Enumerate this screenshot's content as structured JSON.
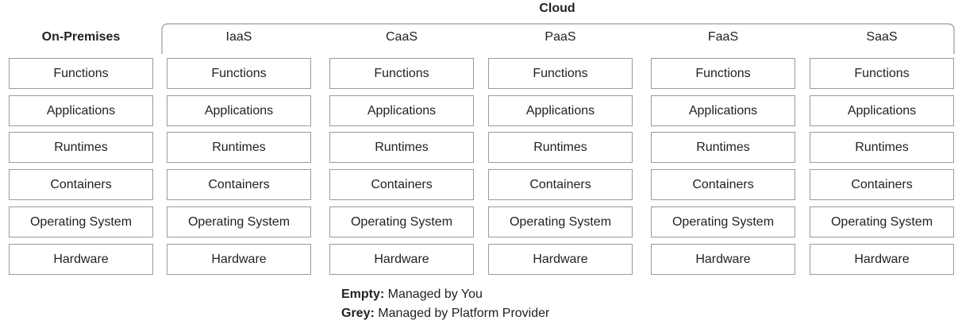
{
  "cloud_label": "Cloud",
  "columns": [
    {
      "name": "On-Premises",
      "bold": true,
      "layers": [
        "Functions",
        "Applications",
        "Runtimes",
        "Containers",
        "Operating System",
        "Hardware"
      ],
      "managed_by_provider": [
        false,
        false,
        false,
        false,
        false,
        false
      ]
    },
    {
      "name": "IaaS",
      "bold": false,
      "layers": [
        "Functions",
        "Applications",
        "Runtimes",
        "Containers",
        "Operating System",
        "Hardware"
      ],
      "managed_by_provider": [
        false,
        false,
        false,
        false,
        false,
        false
      ]
    },
    {
      "name": "CaaS",
      "bold": false,
      "layers": [
        "Functions",
        "Applications",
        "Runtimes",
        "Containers",
        "Operating System",
        "Hardware"
      ],
      "managed_by_provider": [
        false,
        false,
        false,
        false,
        false,
        false
      ]
    },
    {
      "name": "PaaS",
      "bold": false,
      "layers": [
        "Functions",
        "Applications",
        "Runtimes",
        "Containers",
        "Operating System",
        "Hardware"
      ],
      "managed_by_provider": [
        false,
        false,
        false,
        false,
        false,
        false
      ]
    },
    {
      "name": "FaaS",
      "bold": false,
      "layers": [
        "Functions",
        "Applications",
        "Runtimes",
        "Containers",
        "Operating System",
        "Hardware"
      ],
      "managed_by_provider": [
        false,
        false,
        false,
        false,
        false,
        false
      ]
    },
    {
      "name": "SaaS",
      "bold": false,
      "layers": [
        "Functions",
        "Applications",
        "Runtimes",
        "Containers",
        "Operating System",
        "Hardware"
      ],
      "managed_by_provider": [
        false,
        false,
        false,
        false,
        false,
        false
      ]
    }
  ],
  "legend": {
    "empty_key": "Empty:",
    "empty_text": " Managed by You",
    "grey_key": "Grey:",
    "grey_text": " Managed by Platform Provider"
  },
  "colors": {
    "border": "#9a9a9a",
    "empty_fill": "#ffffff",
    "grey_fill": "#d9d9d9",
    "text": "#222222"
  }
}
